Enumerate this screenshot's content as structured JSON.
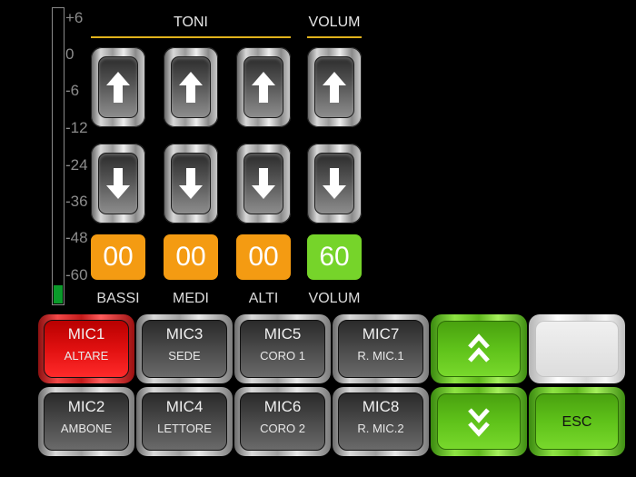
{
  "meter": {
    "scale": [
      "+6",
      "0",
      "-6",
      "-12",
      "-24",
      "-36",
      "-48",
      "-60"
    ],
    "level_fraction": 0.06,
    "fill_color": "#0a9a2a"
  },
  "headers": {
    "toni": "TONI",
    "volum": "VOLUM"
  },
  "controls": [
    {
      "id": "bassi",
      "label": "BASSI",
      "value": "00",
      "color": "#f49b12"
    },
    {
      "id": "medi",
      "label": "MEDI",
      "value": "00",
      "color": "#f49b12"
    },
    {
      "id": "alti",
      "label": "ALTI",
      "value": "00",
      "color": "#f49b12"
    },
    {
      "id": "volum",
      "label": "VOLUM",
      "value": "60",
      "color": "#76d42a"
    }
  ],
  "icons": {
    "up": "arrow-up-icon",
    "down": "arrow-down-icon",
    "page_up": "double-chevron-up-icon",
    "page_down": "double-chevron-down-icon"
  },
  "mics": [
    {
      "name": "MIC1",
      "sub": "ALTARE",
      "active": true
    },
    {
      "name": "MIC3",
      "sub": "SEDE",
      "active": false
    },
    {
      "name": "MIC5",
      "sub": "CORO 1",
      "active": false
    },
    {
      "name": "MIC7",
      "sub": "R. MIC.1",
      "active": false
    },
    {
      "name": "MIC2",
      "sub": "AMBONE",
      "active": false
    },
    {
      "name": "MIC4",
      "sub": "LETTORE",
      "active": false
    },
    {
      "name": "MIC6",
      "sub": "CORO 2",
      "active": false
    },
    {
      "name": "MIC8",
      "sub": "R. MIC.2",
      "active": false
    }
  ],
  "esc_label": "ESC",
  "colors": {
    "active_mic": "#e01010",
    "green_button": "#5fc21a",
    "header_line": "#e1b21c"
  }
}
